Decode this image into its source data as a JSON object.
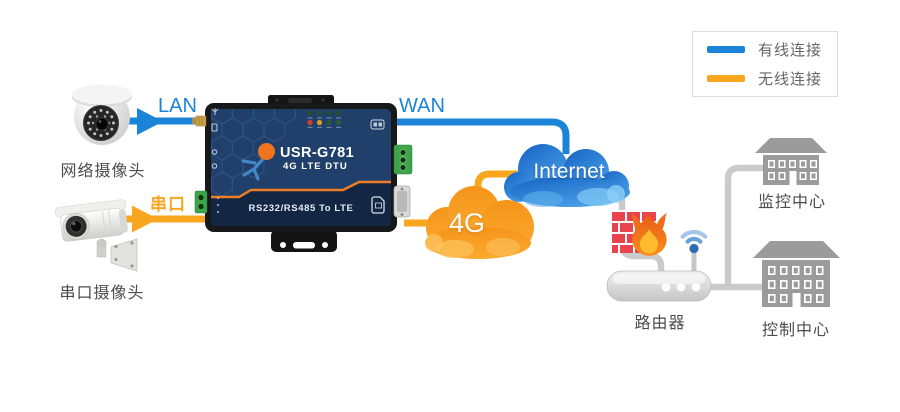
{
  "legend": {
    "wired_label": "有线连接",
    "wireless_label": "无线连接",
    "wired_color": "#1b84d8",
    "wireless_color": "#f9a61f"
  },
  "labels": {
    "lan": "LAN",
    "wan": "WAN",
    "serial": "串口",
    "internet": "Internet",
    "g4": "4G",
    "network_camera": "网络摄像头",
    "serial_camera": "串口摄像头",
    "router": "路由器",
    "monitoring_center": "监控中心",
    "control_center": "控制中心"
  },
  "device": {
    "model": "USR-G781",
    "type": "4G LTE DTU",
    "caption": "RS232/RS485 To LTE"
  },
  "colors": {
    "wired": "#1b84d8",
    "wireless": "#f9a61f",
    "gray_link": "#cbcbcb",
    "cloud_blue_top": "#1563c2",
    "cloud_blue_bottom": "#4ba2e9",
    "cloud_orange_top": "#f5941a",
    "cloud_orange_bottom": "#fbab2f",
    "firewall_red": "#e9434e",
    "flame_yellow": "#fdbb2d",
    "device_navy": "#20406b",
    "device_band": "#132643",
    "accent_orange": "#ee7d25",
    "building_gray": "#9b9b9b",
    "wifi_blue": "#2b6cb3"
  },
  "icons": {
    "dome_camera": "dome-camera-icon",
    "bullet_camera": "bullet-camera-icon",
    "cloud": "cloud-icon",
    "firewall": "firewall-bricks-flame-icon",
    "wifi": "wifi-waves-icon",
    "router": "router-pill-icon",
    "building": "building-icon"
  }
}
